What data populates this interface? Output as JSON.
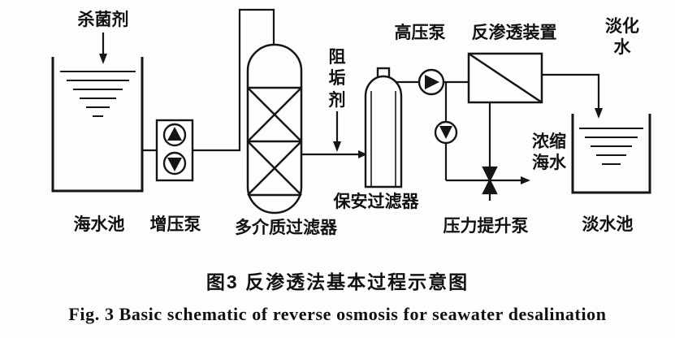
{
  "diagram": {
    "labels": {
      "bactericide": "杀菌剂",
      "seawater_pool": "海水池",
      "booster_pump": "增压泵",
      "multimedia_filter": "多介质过滤器",
      "antiscalant": "阻垢剂",
      "cartridge_filter": "保安过滤器",
      "high_pressure_pump": "高压泵",
      "reverse_osmosis_unit": "反渗透装置",
      "desalinated_water": "淡化水",
      "concentrated_seawater": "浓缩海水",
      "pressure_boost_pump": "压力提升泵",
      "freshwater_pool": "淡水池"
    },
    "caption_cn": "图3  反渗透法基本过程示意图",
    "caption_en": "Fig. 3  Basic schematic of reverse osmosis for seawater desalination",
    "colors": {
      "line": "#151515",
      "background": "#fdfdfc"
    }
  }
}
